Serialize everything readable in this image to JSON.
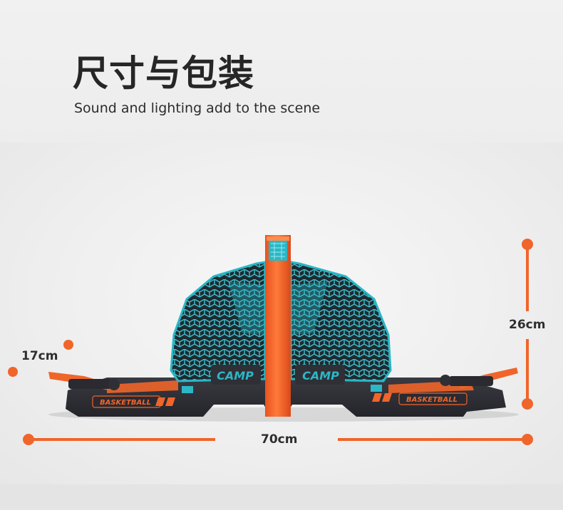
{
  "heading": {
    "title": "尺寸与包装",
    "subtitle": "Sound and lighting add to the scene"
  },
  "dimensions": {
    "width": "70cm",
    "height": "26cm",
    "depth": "17cm"
  },
  "product": {
    "name": "tabletop basketball game",
    "left_logo": "CAMP",
    "right_logo": "CAMP",
    "left_base_text": "BASKETBALL",
    "right_base_text": "BASKETBALL"
  },
  "colors": {
    "accent": "#f0652a",
    "teal": "#2bb7c6",
    "base": "#2f2f36",
    "background": "#ececec"
  }
}
